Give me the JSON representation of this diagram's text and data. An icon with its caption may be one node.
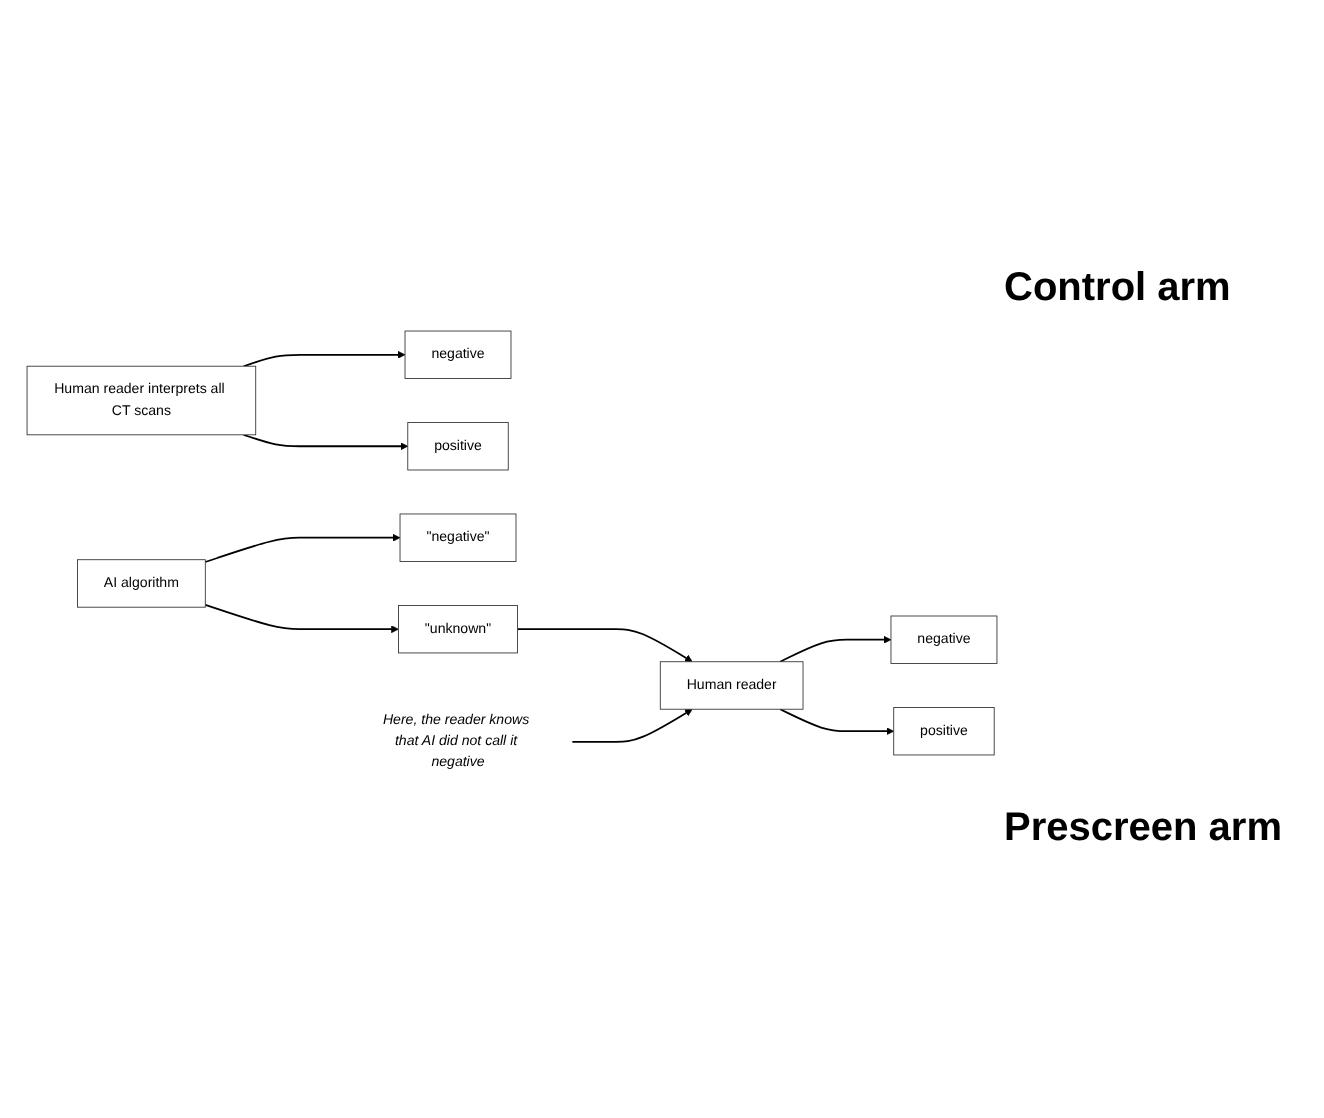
{
  "diagram": {
    "nodes": [
      {
        "text": [
          "Human reader interprets all CT scans"
        ]
      },
      {
        "text": [
          "negative"
        ]
      },
      {
        "text": [
          "positive"
        ]
      },
      {
        "text": [
          "AI algorithm"
        ]
      },
      {
        "text": [
          "\"negative\""
        ]
      },
      {
        "text": [
          "\"unknown\""
        ]
      },
      {
        "text": [
          "Human reader"
        ]
      },
      {
        "text": [
          "negative"
        ]
      },
      {
        "text": [
          "positive"
        ]
      },
      {
        "text": [
          "Here, the reader knows that AI did not call it negative"
        ]
      }
    ],
    "edges": [
      {
        "from": 0,
        "to": 1,
        "arrow": "to"
      },
      {
        "from": 0,
        "to": 2,
        "arrow": "to"
      },
      {
        "from": 3,
        "to": 4,
        "arrow": "to"
      },
      {
        "from": 3,
        "to": 5,
        "arrow": "to"
      },
      {
        "from": 5,
        "to": 6,
        "arrow": "to"
      },
      {
        "from": 6,
        "to": 7,
        "arrow": "to"
      },
      {
        "from": 6,
        "to": 8,
        "arrow": "to"
      },
      {
        "from": 9,
        "to": 6,
        "arrow": "to"
      }
    ],
    "labels": [
      "Control arm",
      "Prescreen arm"
    ]
  }
}
